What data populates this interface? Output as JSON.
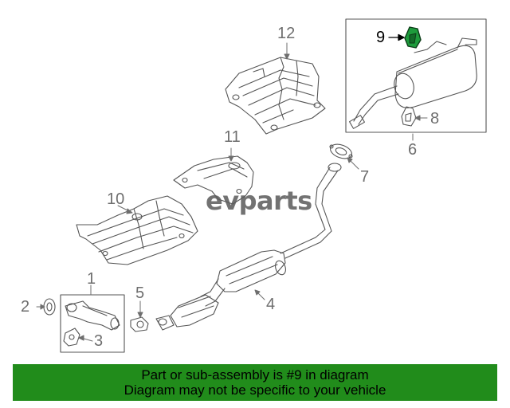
{
  "callouts": {
    "c1": "1",
    "c2": "2",
    "c3": "3",
    "c4": "4",
    "c5": "5",
    "c6": "6",
    "c7": "7",
    "c8": "8",
    "c9": "9",
    "c10": "10",
    "c11": "11",
    "c12": "12"
  },
  "watermark": "evparts",
  "banner": {
    "line1": "Part or sub-assembly is #9 in diagram",
    "line2": "Diagram may not be specific to your vehicle"
  },
  "colors": {
    "banner_bg": "#218c1b",
    "highlight_part": "#1e9b3c",
    "line_art": "#555555"
  }
}
